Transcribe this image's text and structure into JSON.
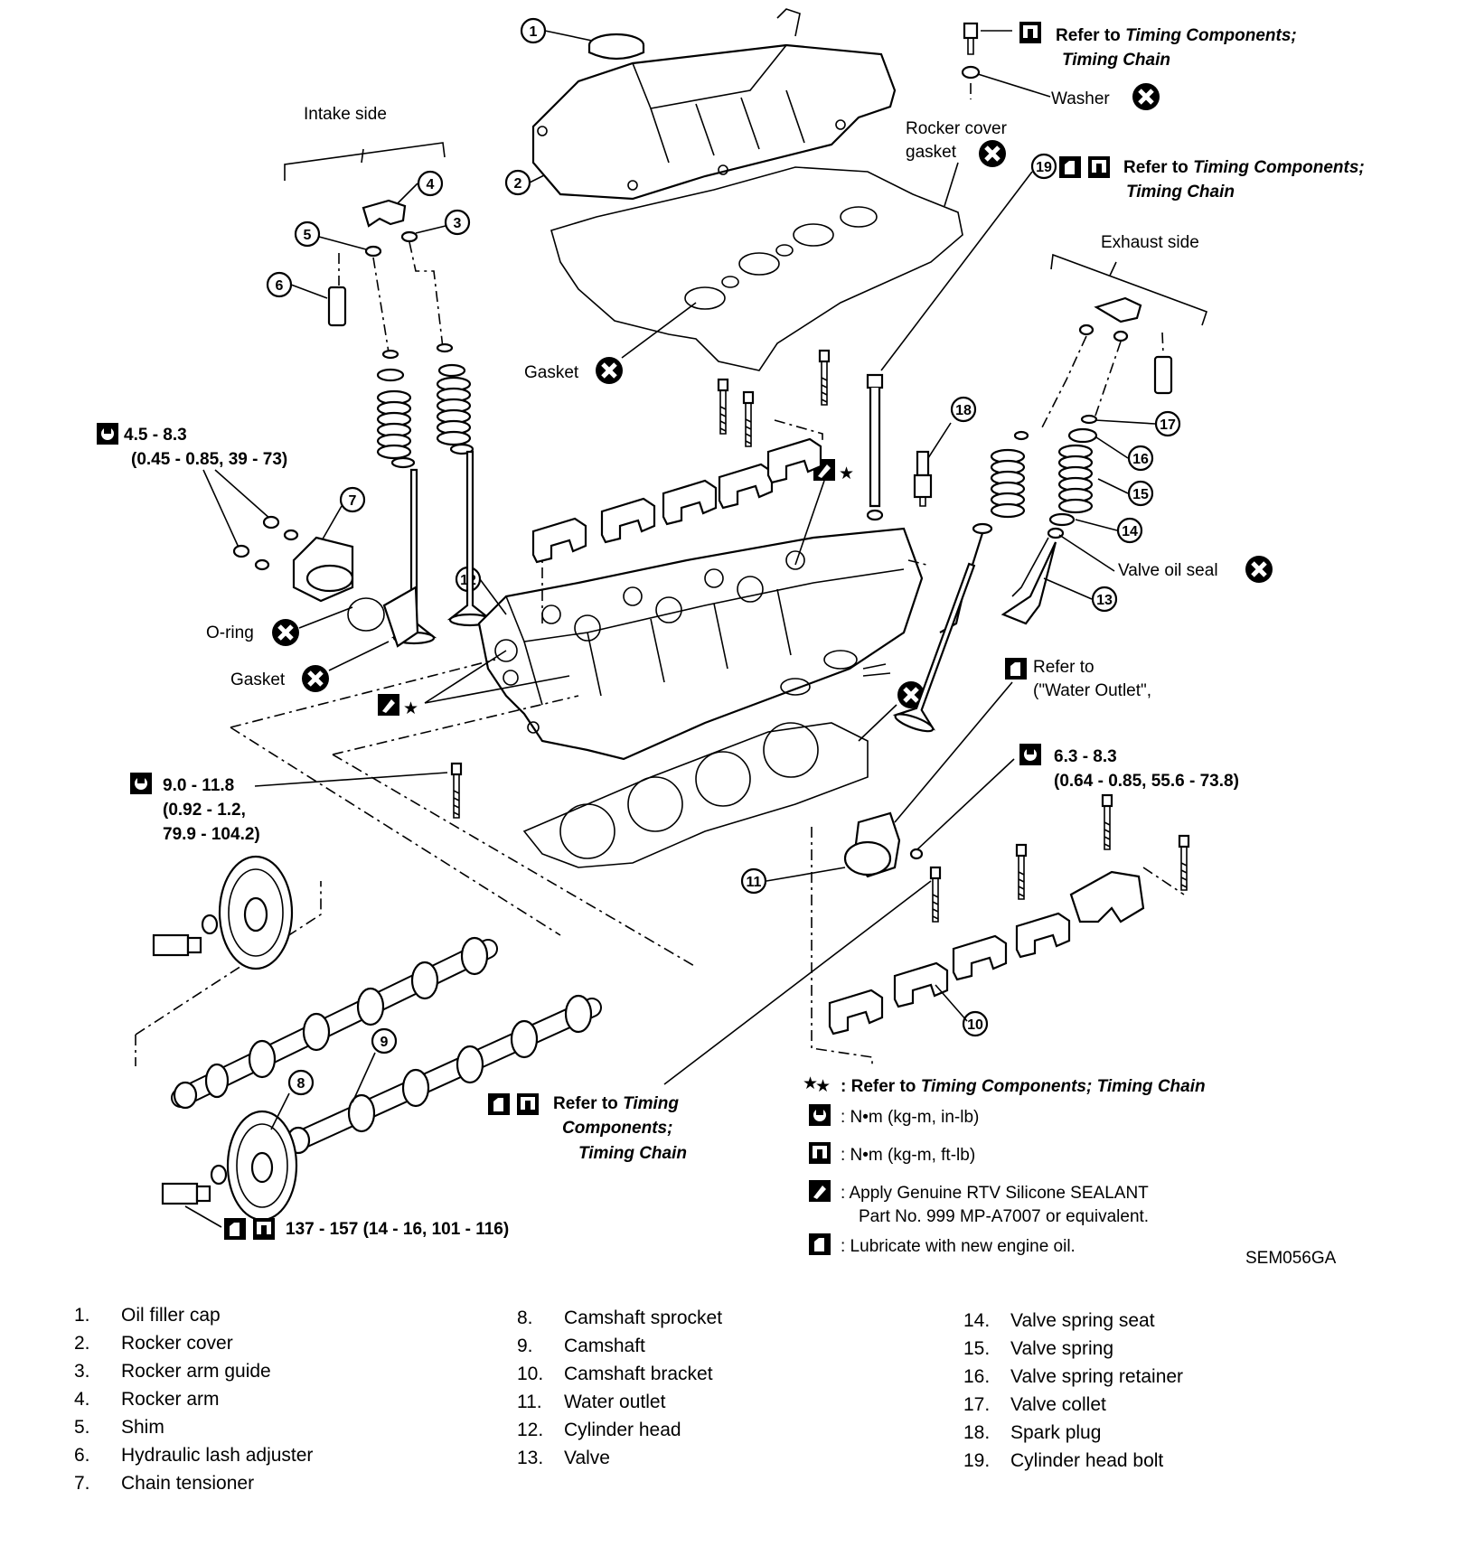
{
  "callouts": {
    "c1": "1",
    "c2": "2",
    "c3": "3",
    "c4": "4",
    "c5": "5",
    "c6": "6",
    "c7": "7",
    "c8": "8",
    "c9": "9",
    "c10": "10",
    "c11": "11",
    "c12": "12",
    "c13": "13",
    "c14": "14",
    "c15": "15",
    "c16": "16",
    "c17": "17",
    "c18": "18",
    "c19": "19"
  },
  "labels": {
    "intake_side": "Intake side",
    "exhaust_side": "Exhaust side",
    "washer": "Washer",
    "rocker_cover_gasket_1": "Rocker cover",
    "rocker_cover_gasket_2": "gasket",
    "gasket": "Gasket",
    "o_ring": "O-ring",
    "valve_oil_seal": "Valve oil seal",
    "refer_prefix": "Refer to",
    "timing_components": "Timing Components;",
    "timing_chain": "Timing Chain",
    "timing_word": "Timing",
    "components_word": "Components;",
    "refer_to_short": "Refer to",
    "water_outlet": "(\"Water Outlet\",",
    "figure_code": "SEM056GA"
  },
  "torque": {
    "t1_main": "4.5 - 8.3",
    "t1_sub": "(0.45 - 0.85, 39 - 73)",
    "t2_main": "9.0 - 11.8",
    "t2_sub1": "(0.92 - 1.2,",
    "t2_sub2": "79.9 - 104.2)",
    "t3_main": "6.3 - 8.3",
    "t3_sub": "(0.64 - 0.85, 55.6 - 73.8)",
    "t4": "137 - 157 (14 - 16, 101 - 116)"
  },
  "legend": {
    "star": "★",
    "star_prefix": ": Refer to ",
    "star_text1": "Timing Components;",
    "star_text2": "Timing Chain",
    "inlb": ": N•m (kg-m, in-lb)",
    "ftlb": ": N•m (kg-m, ft-lb)",
    "rtv1": ": Apply Genuine RTV Silicone SEALANT",
    "rtv2": "Part No. 999 MP-A7007 or equivalent.",
    "oil": ": Lubricate with new engine oil."
  },
  "parts": {
    "col1": [
      {
        "num": "1.",
        "name": "Oil filler cap"
      },
      {
        "num": "2.",
        "name": "Rocker cover"
      },
      {
        "num": "3.",
        "name": "Rocker arm guide"
      },
      {
        "num": "4.",
        "name": "Rocker arm"
      },
      {
        "num": "5.",
        "name": "Shim"
      },
      {
        "num": "6.",
        "name": "Hydraulic lash adjuster"
      },
      {
        "num": "7.",
        "name": "Chain tensioner"
      }
    ],
    "col2": [
      {
        "num": "8.",
        "name": "Camshaft sprocket"
      },
      {
        "num": "9.",
        "name": "Camshaft"
      },
      {
        "num": "10.",
        "name": "Camshaft bracket"
      },
      {
        "num": "11.",
        "name": "Water outlet"
      },
      {
        "num": "12.",
        "name": "Cylinder head"
      },
      {
        "num": "13.",
        "name": "Valve"
      }
    ],
    "col3": [
      {
        "num": "14.",
        "name": "Valve spring seat"
      },
      {
        "num": "15.",
        "name": "Valve spring"
      },
      {
        "num": "16.",
        "name": "Valve spring retainer"
      },
      {
        "num": "17.",
        "name": "Valve collet"
      },
      {
        "num": "18.",
        "name": "Spark plug"
      },
      {
        "num": "19.",
        "name": "Cylinder head bolt"
      }
    ]
  }
}
